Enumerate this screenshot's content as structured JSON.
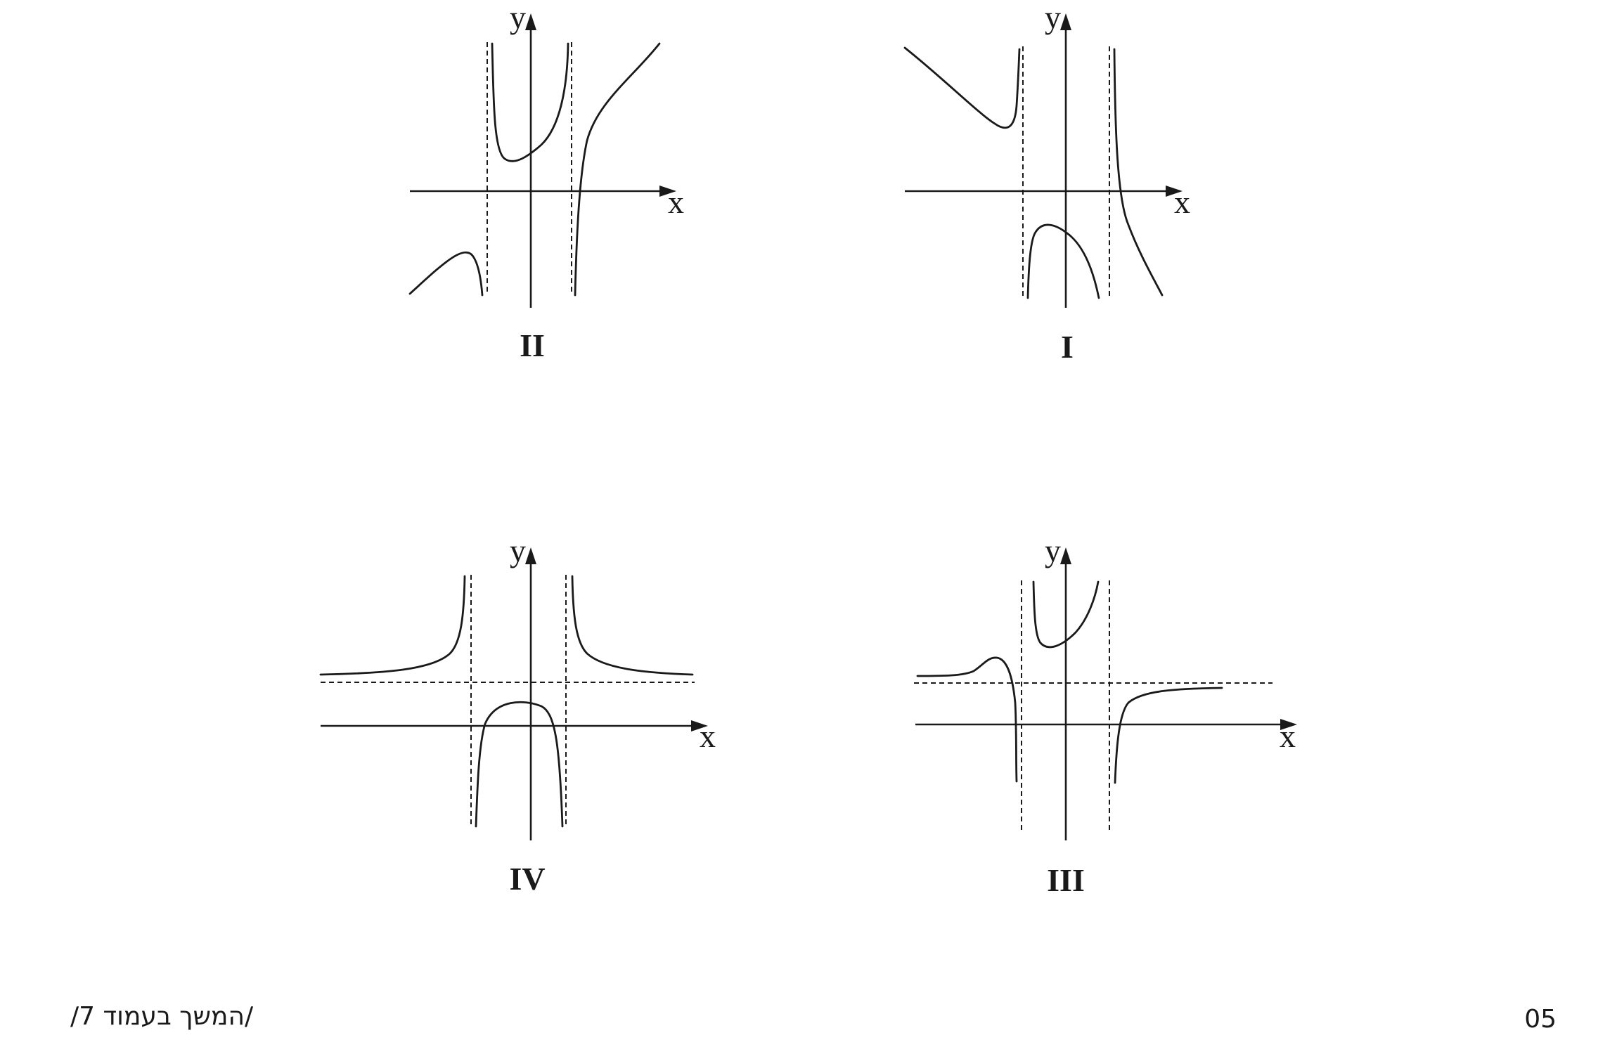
{
  "graphs": [
    {
      "id": "I",
      "label": "I",
      "x_axis_label": "x",
      "y_axis_label": "y"
    },
    {
      "id": "II",
      "label": "II",
      "x_axis_label": "x",
      "y_axis_label": "y"
    },
    {
      "id": "III",
      "label": "III",
      "x_axis_label": "x",
      "y_axis_label": "y"
    },
    {
      "id": "IV",
      "label": "IV",
      "x_axis_label": "x",
      "y_axis_label": "y"
    }
  ],
  "footer": {
    "continuation_text": "/המשך בעמוד 7/",
    "page_code": "05"
  }
}
